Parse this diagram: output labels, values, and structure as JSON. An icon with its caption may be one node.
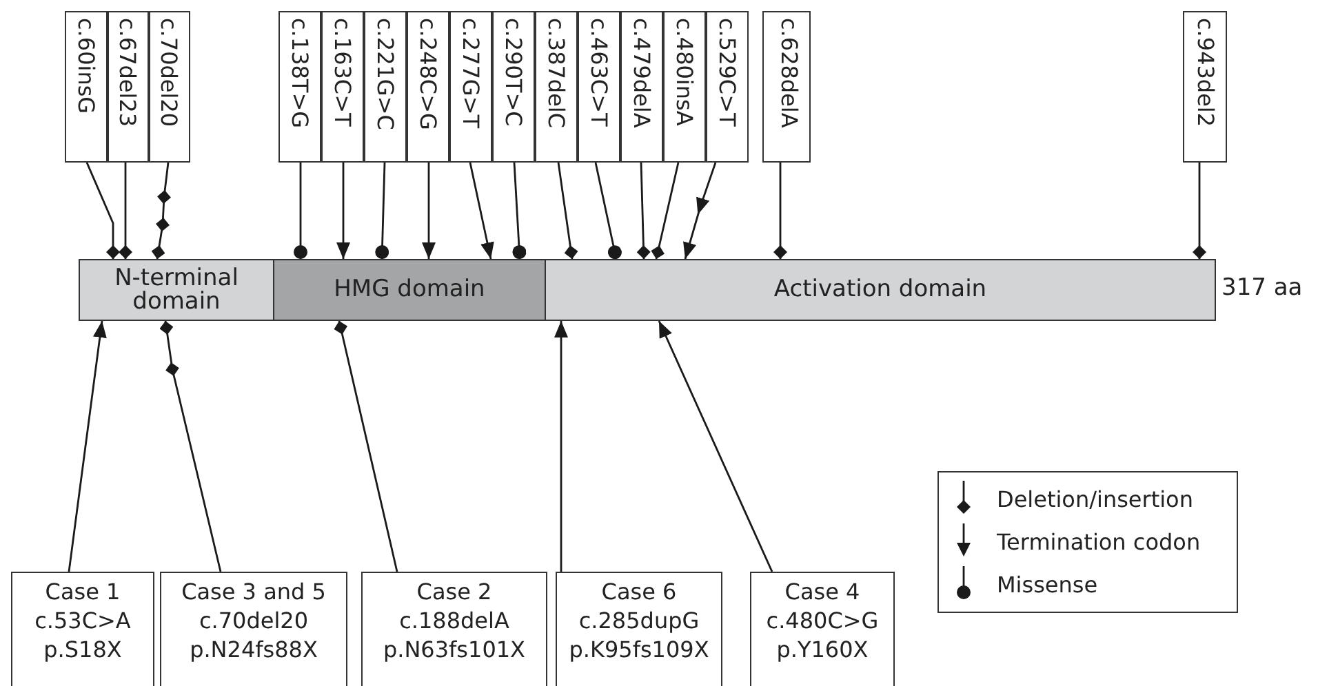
{
  "diagram": {
    "nodes": [
      {
        "text": [
          "c.60insG"
        ]
      },
      {
        "text": [
          "c.67del23"
        ]
      },
      {
        "text": [
          "c.70del20"
        ]
      },
      {
        "text": [
          "c.138T>G"
        ]
      },
      {
        "text": [
          "c.163C>T"
        ]
      },
      {
        "text": [
          "c.221G>C"
        ]
      },
      {
        "text": [
          "c.248C>G"
        ]
      },
      {
        "text": [
          "c.277G>T"
        ]
      },
      {
        "text": [
          "c.290T>C"
        ]
      },
      {
        "text": [
          "c.387delC"
        ]
      },
      {
        "text": [
          "c.463C>T"
        ]
      },
      {
        "text": [
          "c.479delA"
        ]
      },
      {
        "text": [
          "c.480insA"
        ]
      },
      {
        "text": [
          "c.529C>T"
        ]
      },
      {
        "text": [
          "c.628delA"
        ]
      },
      {
        "text": [
          "c.943del2"
        ]
      },
      {
        "text": [
          "N-terminal domain"
        ]
      },
      {
        "text": [
          "HMG domain"
        ]
      },
      {
        "text": [
          "Activation domain"
        ],
        "beside": [
          "317 aa"
        ]
      },
      {
        "text": [
          "Case 1",
          "c.53C>A",
          "p.S18X"
        ]
      },
      {
        "text": [
          "Case 3 and 5",
          "c.70del20",
          "p.N24fs88X"
        ]
      },
      {
        "text": [
          "Case 2",
          "c.188delA",
          "p.N63fs101X"
        ]
      },
      {
        "text": [
          "Case 6",
          "c.285dupG",
          "p.K95fs109X"
        ]
      },
      {
        "text": [
          "Case 4",
          "c.480C>G",
          "p.Y160X"
        ]
      }
    ],
    "edges": [
      {
        "from": 0,
        "to": 16,
        "arrow": "other"
      },
      {
        "from": 1,
        "to": 16,
        "arrow": "other"
      },
      {
        "from": 2,
        "to": 16,
        "arrow": "other"
      },
      {
        "from": 3,
        "to": 17,
        "arrow": "other"
      },
      {
        "from": 4,
        "to": 17,
        "arrow": "to"
      },
      {
        "from": 5,
        "to": 17,
        "arrow": "other"
      },
      {
        "from": 6,
        "to": 17,
        "arrow": "to"
      },
      {
        "from": 7,
        "to": 17,
        "arrow": "to"
      },
      {
        "from": 8,
        "to": 17,
        "arrow": "other"
      },
      {
        "from": 9,
        "to": 18,
        "arrow": "other"
      },
      {
        "from": 10,
        "to": 18,
        "arrow": "other"
      },
      {
        "from": 11,
        "to": 18,
        "arrow": "other"
      },
      {
        "from": 12,
        "to": 18,
        "arrow": "other"
      },
      {
        "from": 13,
        "to": 18,
        "arrow": "to"
      },
      {
        "from": 14,
        "to": 18,
        "arrow": "other"
      },
      {
        "from": 15,
        "to": 18,
        "arrow": "other"
      },
      {
        "from": 19,
        "to": 16,
        "arrow": "to"
      },
      {
        "from": 20,
        "to": 16,
        "arrow": "other"
      },
      {
        "from": 21,
        "to": 17,
        "arrow": "other"
      },
      {
        "from": 22,
        "to": 18,
        "arrow": "to"
      },
      {
        "from": 23,
        "to": 18,
        "arrow": "to"
      }
    ],
    "legend": [
      {
        "text": "Deletion/insertion"
      },
      {
        "text": "Termination codon"
      },
      {
        "text": "Missense"
      }
    ]
  }
}
